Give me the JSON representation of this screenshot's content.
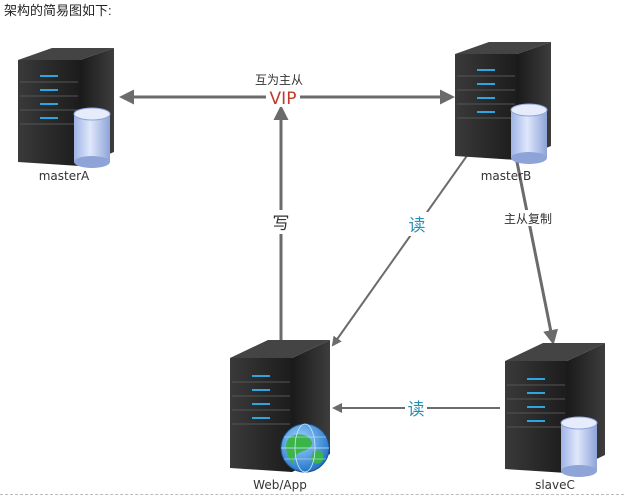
{
  "title": "架构的简易图如下:",
  "nodes": {
    "masterA": {
      "label": "masterA"
    },
    "masterB": {
      "label": "masterB"
    },
    "slaveC": {
      "label": "slaveC"
    },
    "webapp": {
      "label": "Web/App"
    }
  },
  "edges": {
    "mutual_master": {
      "label": "互为主从"
    },
    "vip": {
      "label": "VIP"
    },
    "write": {
      "label": "写"
    },
    "read_b": {
      "label": "读"
    },
    "replicate": {
      "label": "主从复制"
    },
    "read_c": {
      "label": "读"
    }
  },
  "colors": {
    "arrow": "#6b6b6b",
    "vip": "#c0392b",
    "read": "#2a8fb8",
    "server_body": "#2b2b2b",
    "server_light": "#2ea4e0",
    "db": "#b9c9ef"
  }
}
